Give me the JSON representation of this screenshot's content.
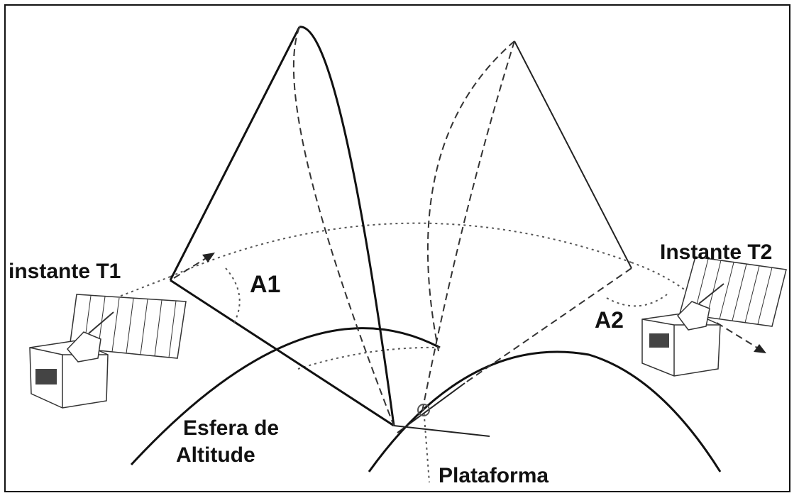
{
  "labels": {
    "instant_t1": "instante T1",
    "instant_t2": "Instante T2",
    "angle_a1": "A1",
    "angle_a2": "A2",
    "sphere_line1": "Esfera de",
    "sphere_line2": "Altitude",
    "platform": "Plataforma"
  },
  "icons": [
    "satellite-icon-left",
    "satellite-icon-right"
  ]
}
